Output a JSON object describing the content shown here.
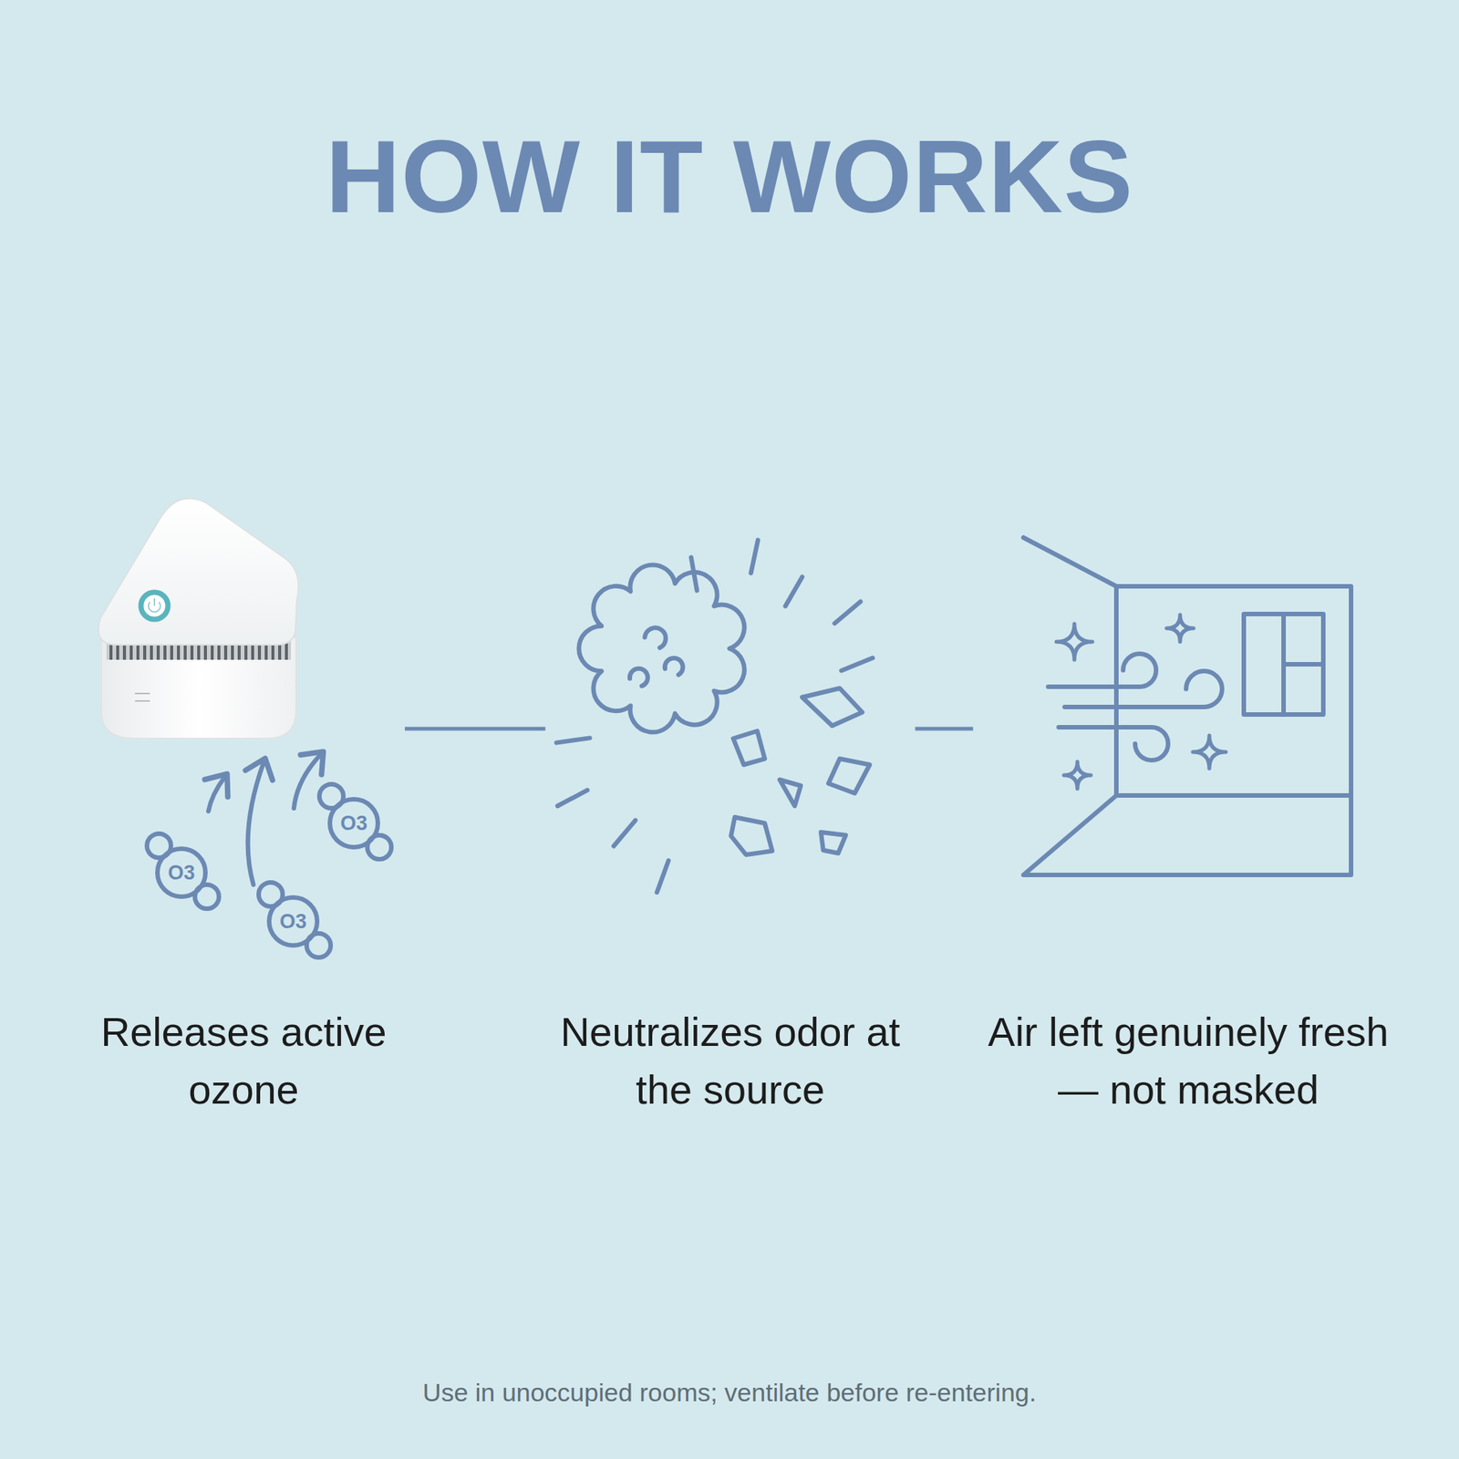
{
  "diagram": {
    "title": "HOW IT WORKS",
    "caption": "Use in unoccupied rooms; ventilate before re-entering.",
    "nodes": [
      {
        "text": [
          "Releases active ozone"
        ]
      },
      {
        "text": [
          "Neutralizes odor at the source"
        ]
      },
      {
        "text": [
          "Air left genuinely fresh — not masked"
        ]
      }
    ],
    "edges": [
      {
        "from": 0,
        "to": 1,
        "arrow": "none"
      },
      {
        "from": 1,
        "to": 2,
        "arrow": "none"
      }
    ],
    "labels": [
      "O3",
      "O3",
      "O3"
    ]
  }
}
